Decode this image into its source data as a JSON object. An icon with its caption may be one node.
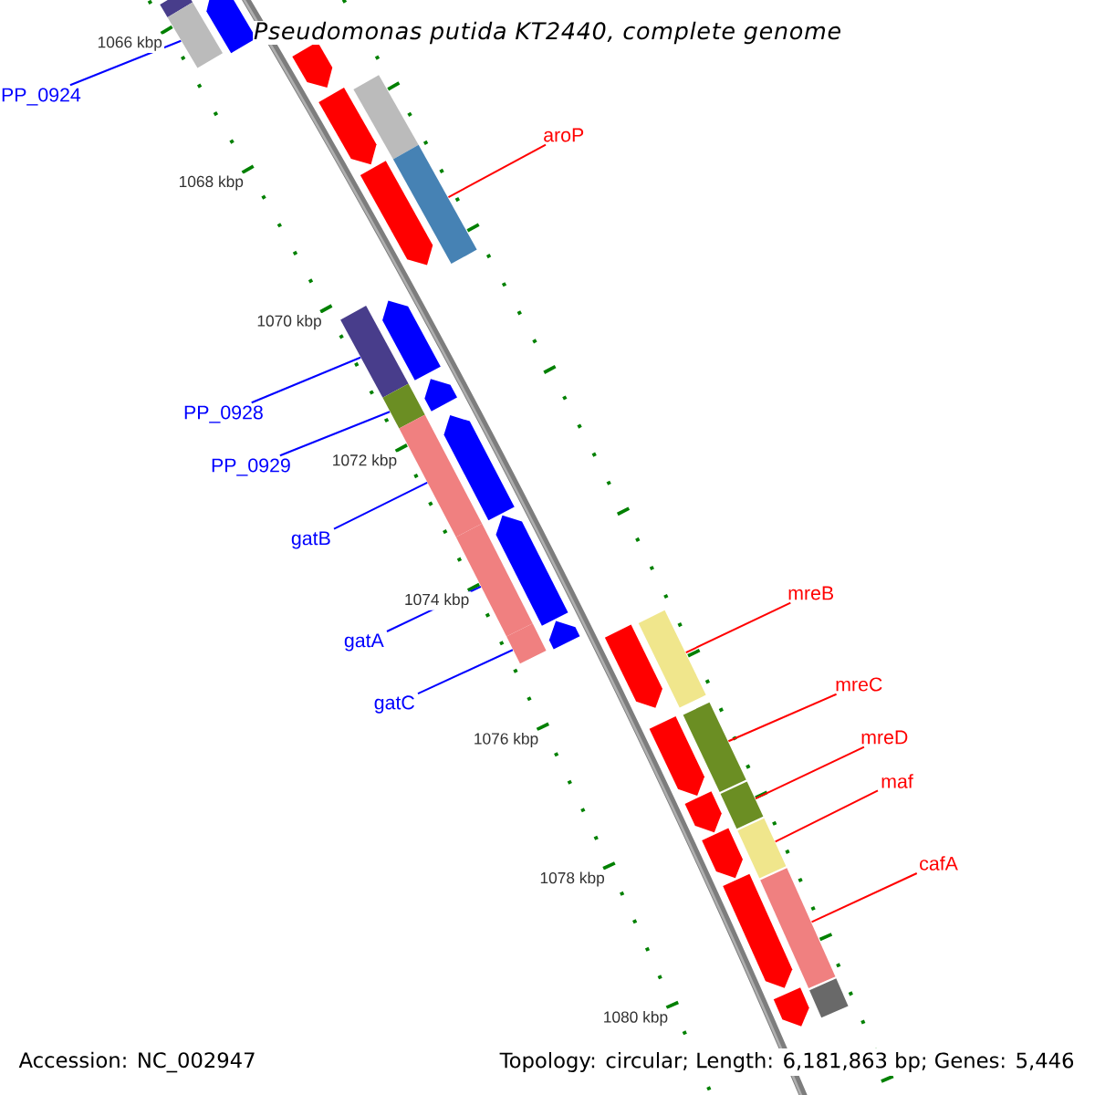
{
  "diagram": {
    "title": "Pseudomonas putida KT2440, complete genome",
    "nodes": [
      {
        "text": [
          "PP_0924"
        ]
      },
      {
        "text": [
          "aroP"
        ]
      },
      {
        "text": [
          "PP_0928"
        ]
      },
      {
        "text": [
          "PP_0929"
        ]
      },
      {
        "text": [
          "gatB"
        ]
      },
      {
        "text": [
          "gatA"
        ]
      },
      {
        "text": [
          "gatC"
        ]
      },
      {
        "text": [
          "mreB"
        ]
      },
      {
        "text": [
          "mreC"
        ]
      },
      {
        "text": [
          "mreD"
        ]
      },
      {
        "text": [
          "maf"
        ]
      },
      {
        "text": [
          "cafA"
        ]
      },
      {
        "text": [],
        "shape": "bar"
      },
      {
        "text": [],
        "shape": "bar"
      },
      {
        "text": [],
        "shape": "bar"
      },
      {
        "text": [],
        "shape": "bar"
      },
      {
        "text": [],
        "shape": "bar"
      },
      {
        "text": [],
        "shape": "bar"
      },
      {
        "text": [],
        "shape": "bar"
      },
      {
        "text": [],
        "shape": "bar"
      },
      {
        "text": [],
        "shape": "bar"
      },
      {
        "text": [],
        "shape": "bar"
      },
      {
        "text": [],
        "shape": "bar"
      },
      {
        "text": [],
        "shape": "bar"
      },
      {
        "text": [],
        "shape": "bar"
      },
      {
        "text": [],
        "shape": "bar"
      },
      {
        "text": [],
        "shape": "bar"
      },
      {
        "text": [],
        "shape": "bar"
      },
      {
        "text": [],
        "shape": "bar"
      },
      {
        "text": [],
        "shape": "bar"
      },
      {
        "text": [],
        "shape": "bar"
      },
      {
        "text": [],
        "shape": "bar"
      },
      {
        "text": [],
        "shape": "bar"
      },
      {
        "text": [],
        "shape": "bar"
      },
      {
        "text": [],
        "shape": "bar"
      },
      {
        "text": [],
        "shape": "bar"
      },
      {
        "text": [],
        "shape": "bar"
      },
      {
        "text": [],
        "shape": "bar"
      },
      {
        "text": [],
        "shape": "bar"
      },
      {
        "text": [],
        "shape": "bar"
      },
      {
        "text": [],
        "shape": "bar"
      },
      {
        "text": [],
        "shape": "bar"
      }
    ],
    "edges": [
      {
        "from": 0,
        "to": 13,
        "arrow": "none"
      },
      {
        "from": 1,
        "to": 19,
        "arrow": "none",
        "color": "#ff0000"
      },
      {
        "from": 2,
        "to": 20,
        "arrow": "none"
      },
      {
        "from": 3,
        "to": 22,
        "arrow": "none"
      },
      {
        "from": 4,
        "to": 24,
        "arrow": "none"
      },
      {
        "from": 5,
        "to": 26,
        "arrow": "none"
      },
      {
        "from": 6,
        "to": 28,
        "arrow": "none"
      },
      {
        "from": 7,
        "to": 31,
        "arrow": "none",
        "color": "#ff0000"
      },
      {
        "from": 8,
        "to": 33,
        "arrow": "none",
        "color": "#ff0000"
      },
      {
        "from": 9,
        "to": 35,
        "arrow": "none",
        "color": "#ff0000"
      },
      {
        "from": 10,
        "to": 37,
        "arrow": "none",
        "color": "#ff0000"
      },
      {
        "from": 11,
        "to": 39,
        "arrow": "none",
        "color": "#ff0000"
      }
    ],
    "labels": [
      "1066 kbp",
      "1068 kbp",
      "1070 kbp",
      "1072 kbp",
      "1074 kbp",
      "1076 kbp",
      "1078 kbp",
      "1080 kbp",
      "Accession: NC_002947",
      "Topology: circular; Length: 6,181,863 bp; Genes: 5,446"
    ]
  }
}
